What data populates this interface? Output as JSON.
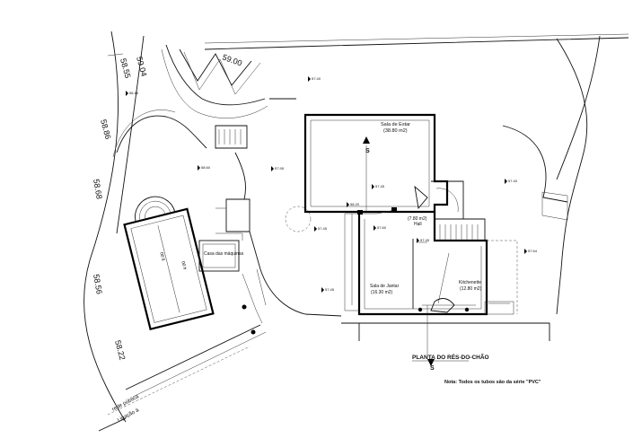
{
  "contours": {
    "c1": "58.55",
    "c2": "59.04",
    "c3": "59.00",
    "c4": "58.86",
    "c5": "58.68",
    "c6": "58.56",
    "c7": "58.22"
  },
  "spot_levels": {
    "l1": "57.40",
    "l2": "58.46",
    "l3": "58.60",
    "l4": "57.95",
    "l5": "57.45",
    "l6": "57.45",
    "l7": "57.45",
    "l8": "57.60",
    "l9": "57.40",
    "l10": "57.45",
    "l11": "57.64",
    "l12": "58.20"
  },
  "rooms": {
    "sala_estar": {
      "name": "Sala de Estar",
      "area": "(38.80 m2)"
    },
    "hall": {
      "name": "Hall",
      "area": "(7.80 m2)"
    },
    "sala_jantar": {
      "name": "Sala de Jantar",
      "area": "(16.30 m2)"
    },
    "kitchenette": {
      "name": "Kitchenette",
      "area": "(12.80 m2)"
    },
    "casa_maquinas": {
      "name": "Casa das máquinas"
    }
  },
  "labels": {
    "plan_title": "PLANTA DO RÉS-DO-CHÃO",
    "note": "Nota: Todos os tubos são da série \"PVC\"",
    "section_mark_top": "S",
    "section_mark_bottom": "S",
    "street_1": "Ligação à",
    "street_2": "rede pública",
    "pool_dim_long": "8.00",
    "pool_dim_short": "4.00"
  }
}
